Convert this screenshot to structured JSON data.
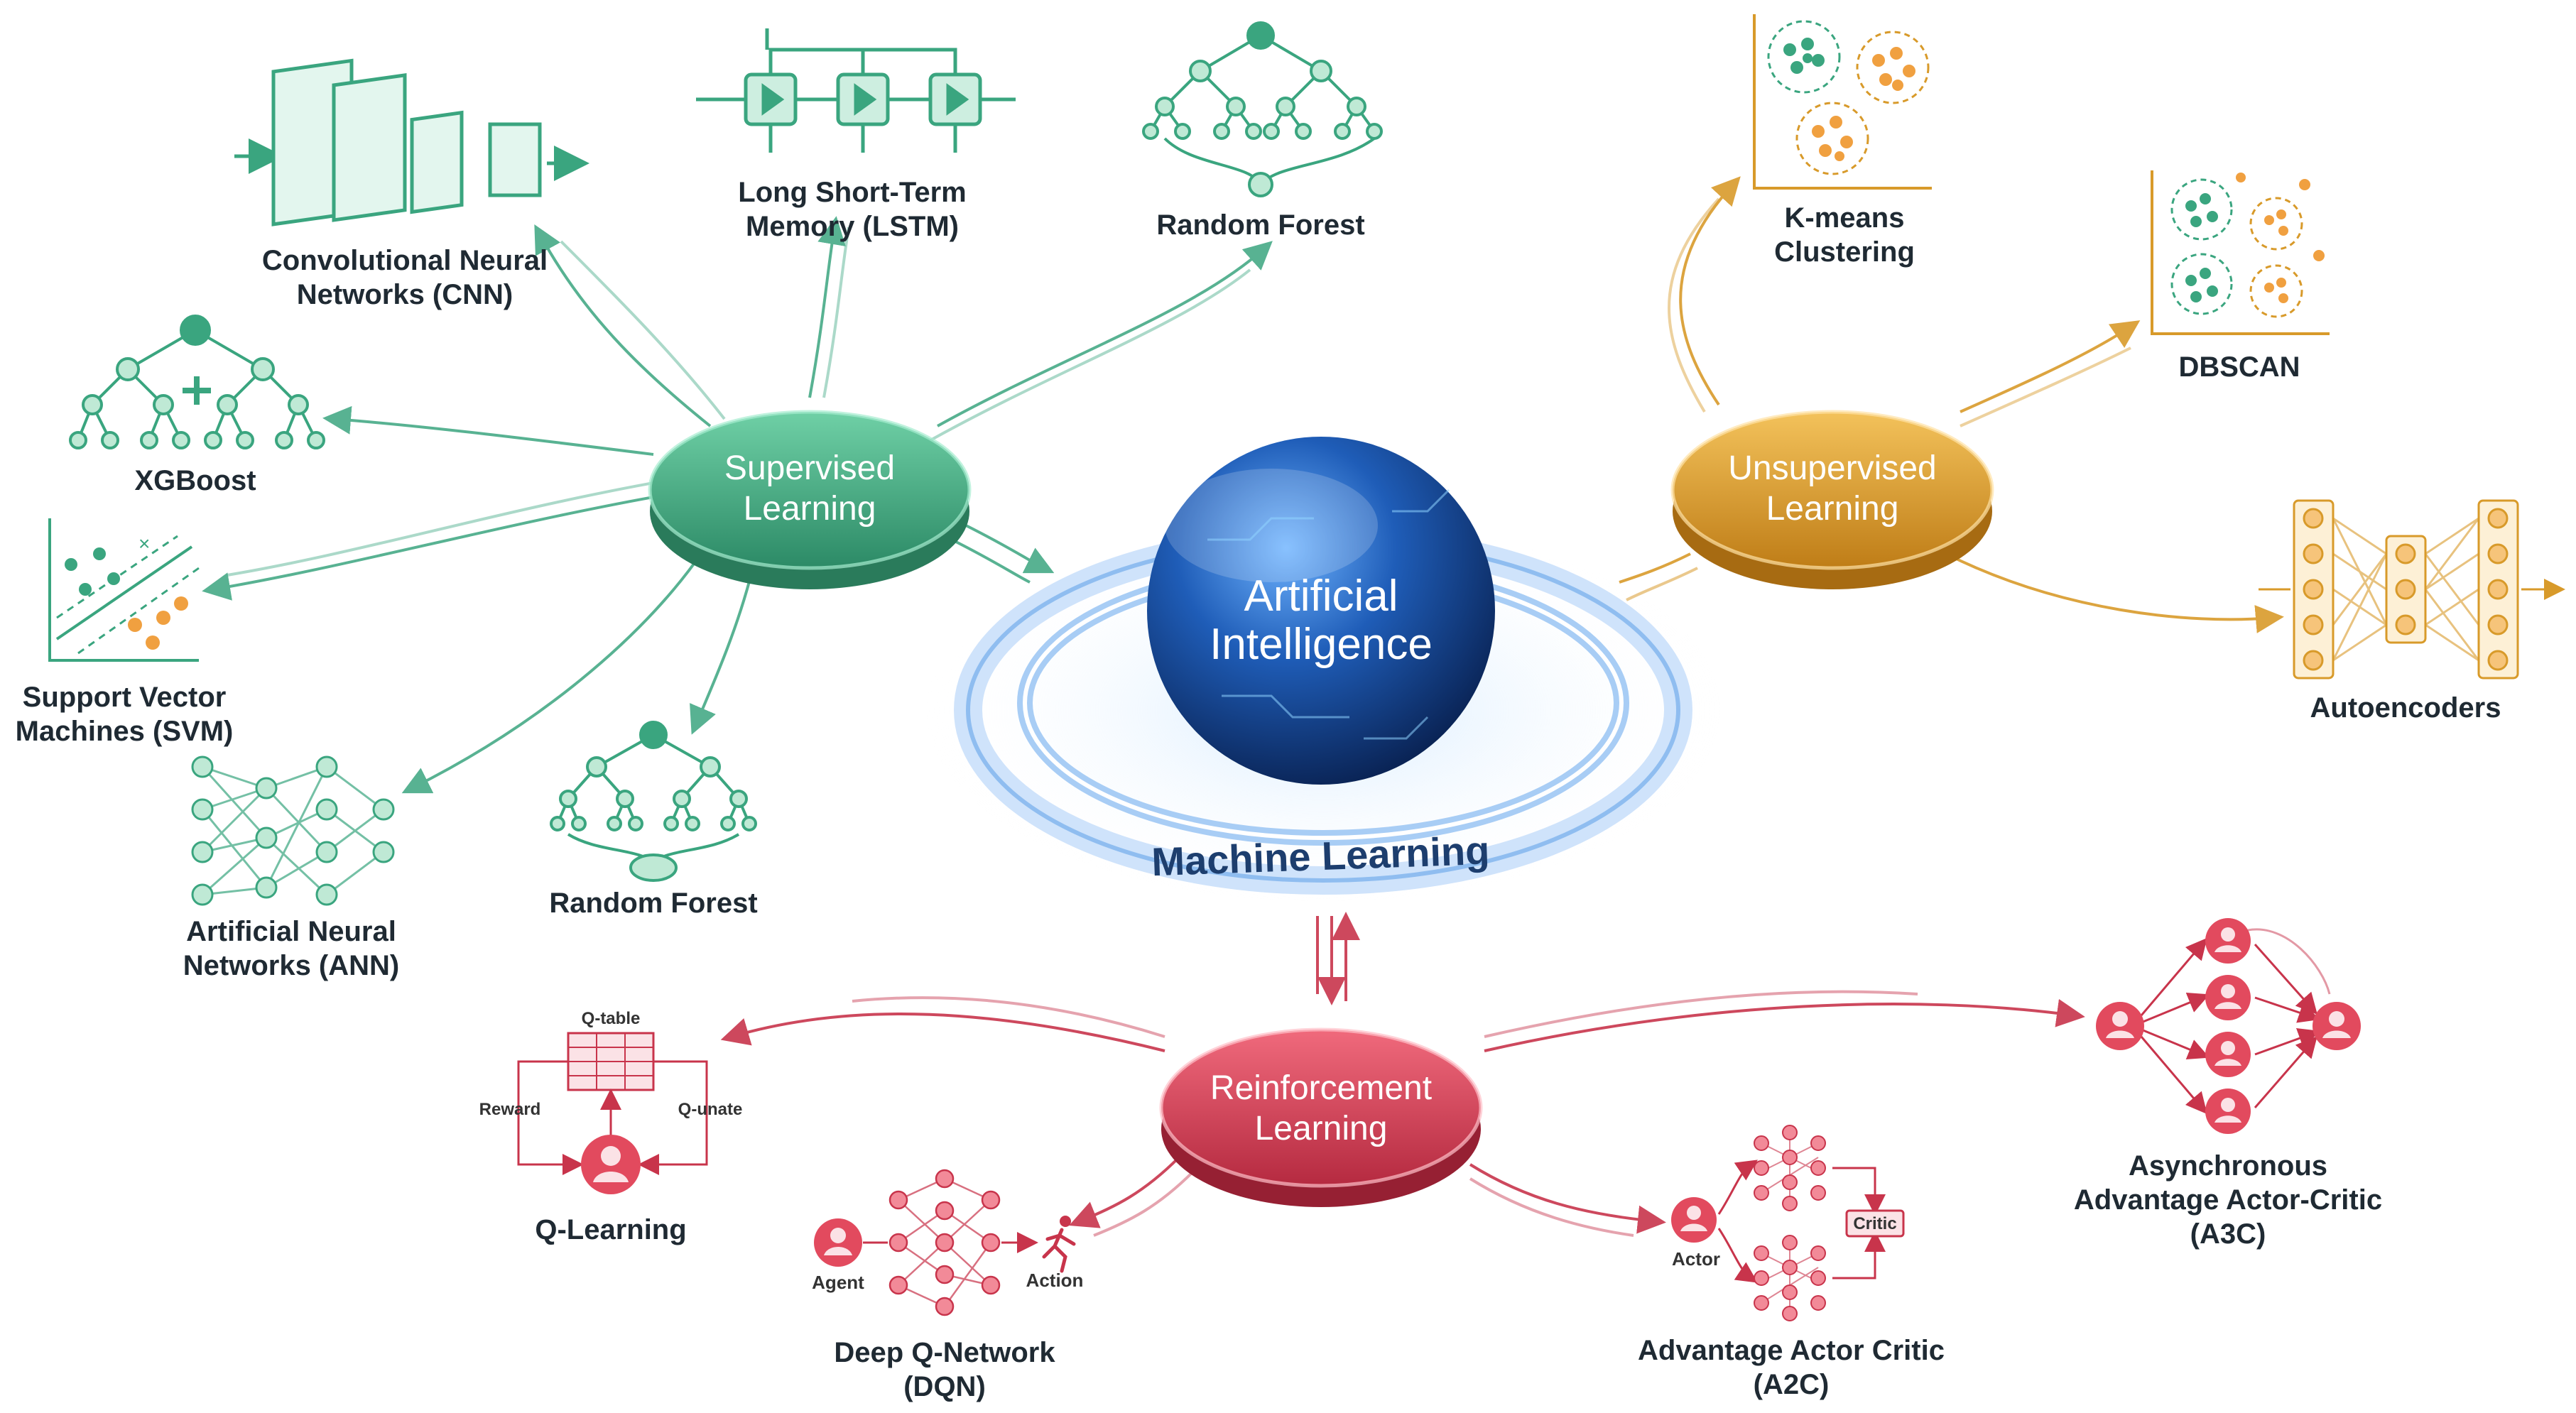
{
  "center": {
    "title_line1": "Artificial",
    "title_line2": "Intelligence",
    "ring_label": "Machine Learning"
  },
  "hubs": {
    "supervised": {
      "line1": "Supervised",
      "line2": "Learning",
      "color": "#3aa57f"
    },
    "unsupervised": {
      "line1": "Unsupervised",
      "line2": "Learning",
      "color": "#d89a2a"
    },
    "reinforcement": {
      "line1": "Reinforcement",
      "line2": "Learning",
      "color": "#d23f55"
    }
  },
  "supervised_methods": {
    "cnn": {
      "line1": "Convolutional Neural",
      "line2": "Networks (CNN)",
      "icon": "cnn-icon"
    },
    "lstm": {
      "line1": "Long Short-Term",
      "line2": "Memory (LSTM)",
      "icon": "lstm-icon"
    },
    "rf_top": {
      "line1": "Random Forest",
      "icon": "random-forest-icon"
    },
    "xgboost": {
      "line1": "XGBoost",
      "icon": "xgboost-icon"
    },
    "svm": {
      "line1": "Support Vector",
      "line2": "Machines (SVM)",
      "icon": "svm-icon"
    },
    "ann": {
      "line1": "Artificial Neural",
      "line2": "Networks (ANN)",
      "icon": "neural-network-icon"
    },
    "rf_bottom": {
      "line1": "Random Forest",
      "icon": "random-forest-icon"
    }
  },
  "unsupervised_methods": {
    "kmeans": {
      "line1": "K-means",
      "line2": "Clustering",
      "icon": "kmeans-icon"
    },
    "dbscan": {
      "line1": "DBSCAN",
      "icon": "dbscan-icon"
    },
    "autoencoders": {
      "line1": "Autoencoders",
      "icon": "autoencoder-icon"
    }
  },
  "reinforcement_methods": {
    "qlearning": {
      "line1": "Q-Learning",
      "table_label": "Q-table",
      "reward_label": "Reward",
      "update_label": "Q-unate",
      "icon": "q-learning-icon"
    },
    "dqn": {
      "line1": "Deep Q-Network",
      "line2": "(DQN)",
      "agent_label": "Agent",
      "action_label": "Action",
      "icon": "dqn-icon"
    },
    "a2c": {
      "line1": "Advantage Actor Critic",
      "line2": "(A2C)",
      "actor_label": "Actor",
      "critic_label": "Critic",
      "icon": "a2c-icon"
    },
    "a3c": {
      "line1": "Asynchronous",
      "line2": "Advantage Actor-Critic",
      "line3": "(A3C)",
      "icon": "a3c-icon"
    }
  }
}
